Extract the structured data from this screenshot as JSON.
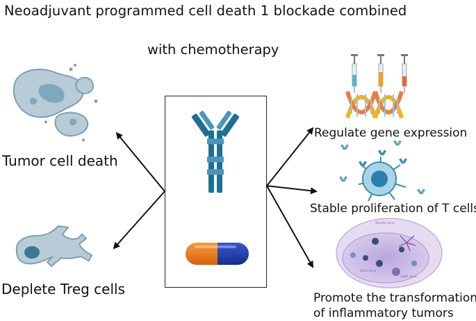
{
  "title": {
    "line1": "Neoadjuvant programmed cell death  1 blockade combined",
    "line2": "with chemotherapy"
  },
  "left_effects": {
    "tumor": "Tumor cell death",
    "treg": "Deplete Treg cells"
  },
  "right_effects": {
    "gene": "Regulate gene expression",
    "prolif": "Stable proliferation of T cells",
    "promote_line1": "Promote the transformation",
    "promote_line2": "of inflammatory tumors"
  },
  "germinal_labels": {
    "mantle": "Mantle zone",
    "dark": "Dark zone",
    "light": "Light zone"
  },
  "colors": {
    "antibody": "#1f6f95",
    "capsule_orange": "#f07f1e",
    "capsule_blue": "#1f3fb0",
    "cell": "#8fb3c6",
    "germinal": "#c9b8e3"
  }
}
